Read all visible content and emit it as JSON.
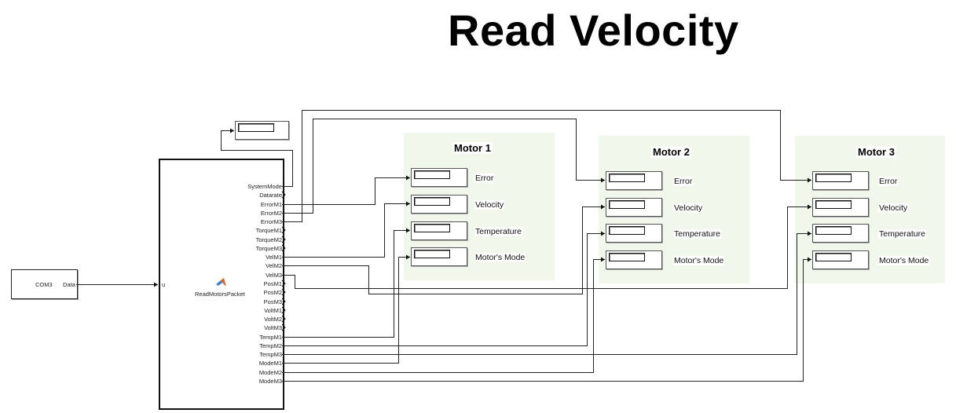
{
  "title": "Read Velocity",
  "source_block": {
    "label": "COM3",
    "output_port": "Data"
  },
  "main_block": {
    "name": "ReadMotorsPacket",
    "icon": "matlab-function-icon",
    "input_port": "u",
    "output_ports": [
      "SystemMode",
      "Datarate",
      "ErrorM1",
      "ErrorM2",
      "ErrorM3",
      "TorqueM1",
      "TorqueM2",
      "TorqueM3",
      "VelM1",
      "VelM2",
      "VelM3",
      "PosM1",
      "PosM2",
      "PosM3",
      "VoltM1",
      "VoltM2",
      "VoltM3",
      "TempM1",
      "TempM2",
      "TempM3",
      "ModeM1",
      "ModeM2",
      "ModeM3"
    ]
  },
  "motors": [
    {
      "title": "Motor 1",
      "displays": [
        "Error",
        "Velocity",
        "Temperature",
        "Motor's Mode"
      ]
    },
    {
      "title": "Motor 2",
      "displays": [
        "Error",
        "Velocity",
        "Temperature",
        "Motor's Mode"
      ]
    },
    {
      "title": "Motor 3",
      "displays": [
        "Error",
        "Velocity",
        "Temperature",
        "Motor's Mode"
      ]
    }
  ],
  "colors": {
    "area_fill": "#f1f7ea",
    "wire": "#222222"
  }
}
